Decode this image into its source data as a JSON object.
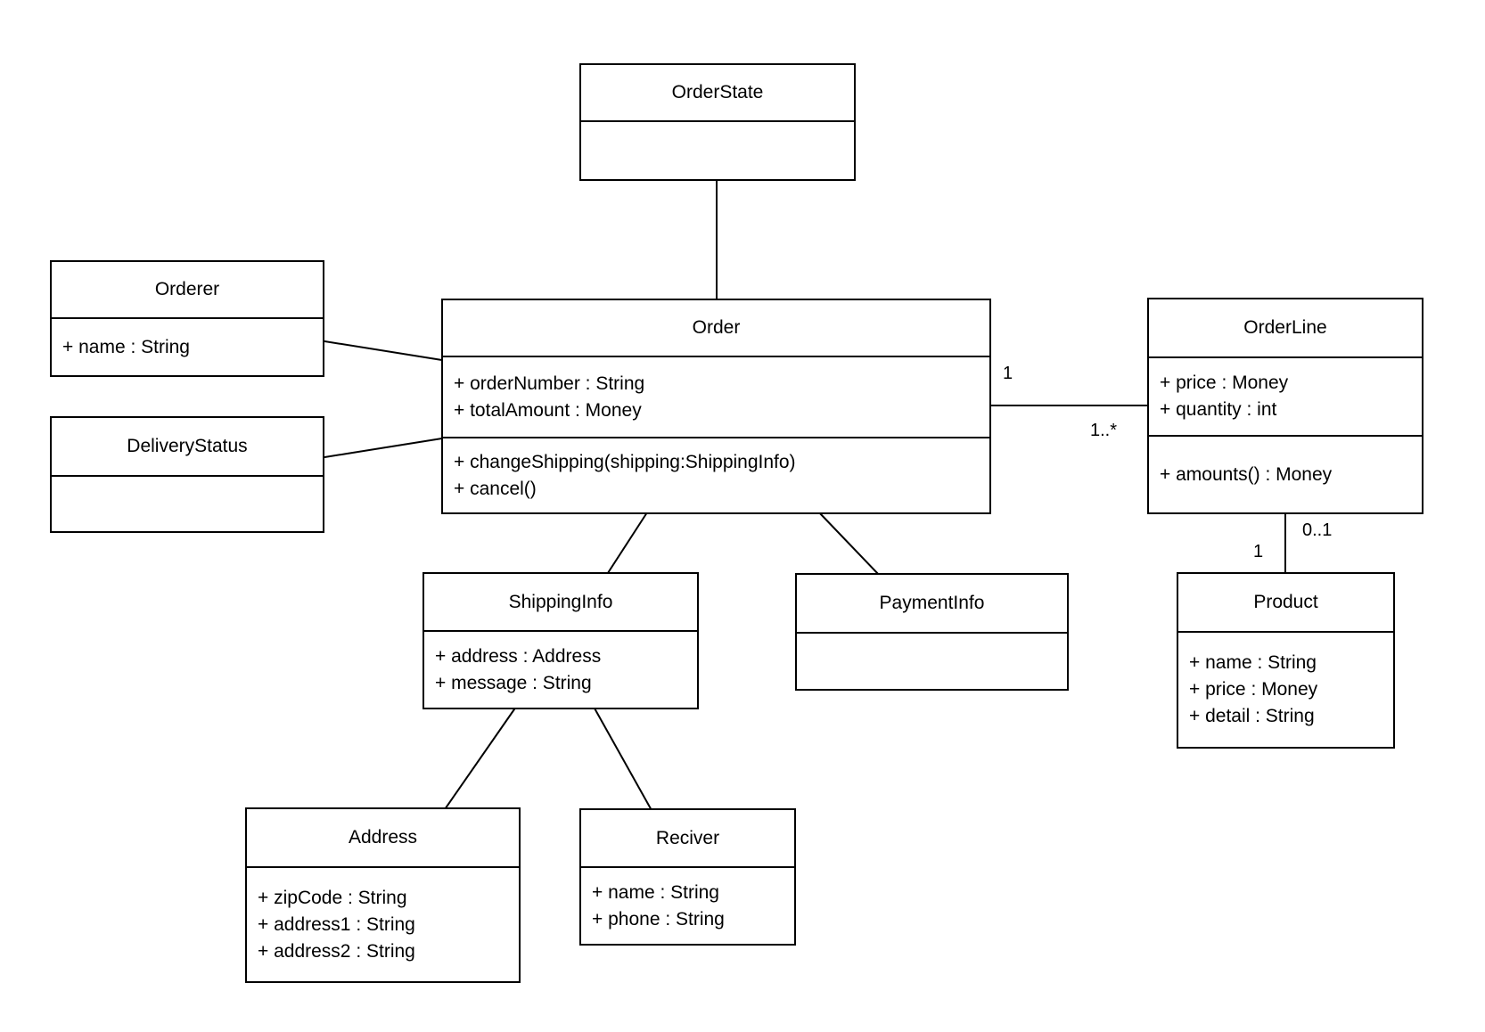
{
  "diagram": {
    "type": "uml-class-diagram",
    "colors": {
      "stroke": "#000000",
      "fill": "#ffffff",
      "background": "#ffffff",
      "text": "#000000"
    },
    "classes": [
      {
        "name": "OrderState",
        "attributes": [],
        "methods": []
      },
      {
        "name": "Orderer",
        "attributes": [
          "+ name : String"
        ],
        "methods": []
      },
      {
        "name": "DeliveryStatus",
        "attributes": [],
        "methods": []
      },
      {
        "name": "Order",
        "attributes": [
          "+ orderNumber : String",
          "+ totalAmount : Money"
        ],
        "methods": [
          "+ changeShipping(shipping:ShippingInfo)",
          "+ cancel()"
        ]
      },
      {
        "name": "OrderLine",
        "attributes": [
          "+ price : Money",
          "+ quantity : int"
        ],
        "methods": [
          "+ amounts() : Money"
        ]
      },
      {
        "name": "ShippingInfo",
        "attributes": [
          "+ address : Address",
          "+ message : String"
        ],
        "methods": []
      },
      {
        "name": "PaymentInfo",
        "attributes": [],
        "methods": []
      },
      {
        "name": "Product",
        "attributes": [
          "+ name : String",
          "+ price : Money",
          "+ detail : String"
        ],
        "methods": []
      },
      {
        "name": "Address",
        "attributes": [
          "+ zipCode : String",
          "+ address1 : String",
          "+ address2 : String"
        ],
        "methods": []
      },
      {
        "name": "Reciver",
        "attributes": [
          "+ name : String",
          "+ phone : String"
        ],
        "methods": []
      }
    ],
    "associations": [
      {
        "from": "OrderState",
        "to": "Order"
      },
      {
        "from": "Orderer",
        "to": "Order"
      },
      {
        "from": "DeliveryStatus",
        "to": "Order"
      },
      {
        "from": "Order",
        "to": "OrderLine"
      },
      {
        "from": "Order",
        "to": "ShippingInfo"
      },
      {
        "from": "Order",
        "to": "PaymentInfo"
      },
      {
        "from": "ShippingInfo",
        "to": "Address"
      },
      {
        "from": "ShippingInfo",
        "to": "Reciver"
      },
      {
        "from": "OrderLine",
        "to": "Product"
      }
    ],
    "multiplicities": [
      {
        "near": "Order",
        "edge": "Order-OrderLine",
        "label": "1"
      },
      {
        "near": "OrderLine",
        "edge": "Order-OrderLine",
        "label": "1..*"
      },
      {
        "near": "OrderLine",
        "edge": "OrderLine-Product",
        "label": "0..1"
      },
      {
        "near": "Product",
        "edge": "OrderLine-Product",
        "label": "1"
      }
    ]
  }
}
